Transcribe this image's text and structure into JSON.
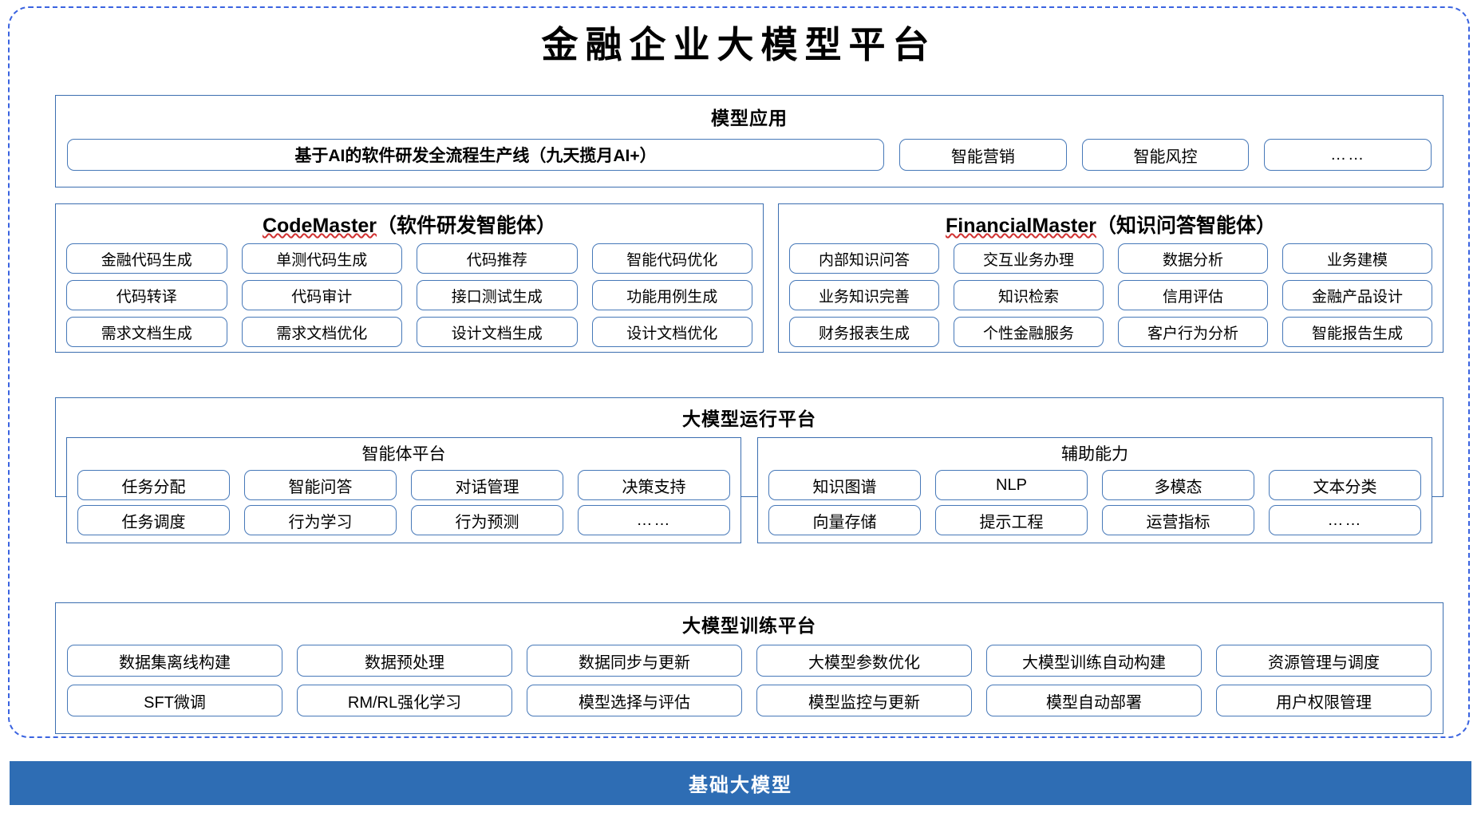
{
  "title": "金融企业大模型平台",
  "colors": {
    "outer_border": "#3a63e0",
    "panel_border": "#3b6eb0",
    "chip_border": "#4678b8",
    "foundation_bar": "#2e6db4",
    "spellcheck_underline": "#d03030"
  },
  "sections": {
    "application": {
      "title": "模型应用",
      "primary": "基于AI的软件研发全流程生产线（九天揽月AI+）",
      "items": [
        "智能营销",
        "智能风控",
        "……"
      ]
    },
    "agents": [
      {
        "name_en": "CodeMaster",
        "name_cn": "（软件研发智能体）",
        "rows": [
          [
            "金融代码生成",
            "单测代码生成",
            "代码推荐",
            "智能代码优化"
          ],
          [
            "代码转译",
            "代码审计",
            "接口测试生成",
            "功能用例生成"
          ],
          [
            "需求文档生成",
            "需求文档优化",
            "设计文档生成",
            "设计文档优化"
          ]
        ]
      },
      {
        "name_en": "FinancialMaster",
        "name_cn": "（知识问答智能体）",
        "rows": [
          [
            "内部知识问答",
            "交互业务办理",
            "数据分析",
            "业务建模"
          ],
          [
            "业务知识完善",
            "知识检索",
            "信用评估",
            "金融产品设计"
          ],
          [
            "财务报表生成",
            "个性金融服务",
            "客户行为分析",
            "智能报告生成"
          ]
        ]
      }
    ],
    "runtime": {
      "title": "大模型运行平台",
      "subpanels": [
        {
          "title": "智能体平台",
          "rows": [
            [
              "任务分配",
              "智能问答",
              "对话管理",
              "决策支持"
            ],
            [
              "任务调度",
              "行为学习",
              "行为预测",
              "……"
            ]
          ]
        },
        {
          "title": "辅助能力",
          "rows": [
            [
              "知识图谱",
              "NLP",
              "多模态",
              "文本分类"
            ],
            [
              "向量存储",
              "提示工程",
              "运营指标",
              "……"
            ]
          ]
        }
      ]
    },
    "training": {
      "title": "大模型训练平台",
      "rows": [
        [
          "数据集离线构建",
          "数据预处理",
          "数据同步与更新",
          "大模型参数优化",
          "大模型训练自动构建",
          "资源管理与调度"
        ],
        [
          "SFT微调",
          "RM/RL强化学习",
          "模型选择与评估",
          "模型监控与更新",
          "模型自动部署",
          "用户权限管理"
        ]
      ]
    },
    "foundation": {
      "label": "基础大模型"
    }
  }
}
